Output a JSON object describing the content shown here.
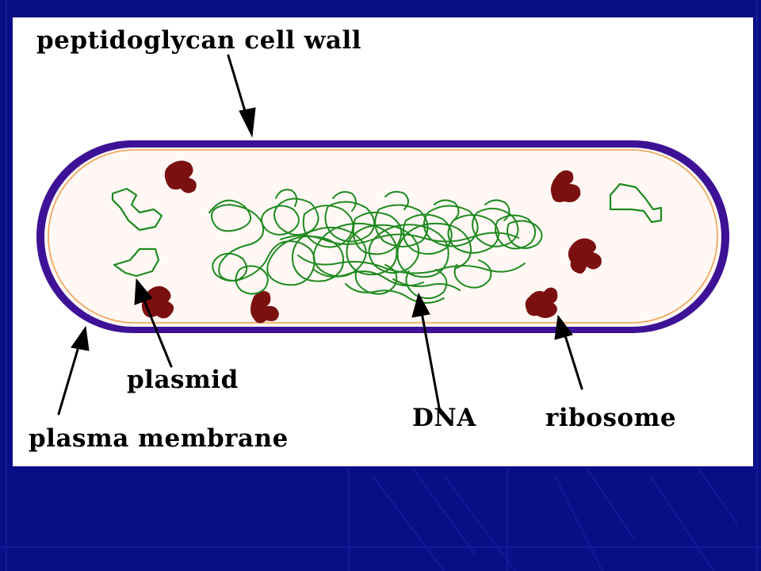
{
  "labels": {
    "cell_wall": "peptidoglycan cell wall",
    "plasmid": "plasmid",
    "dna": "DNA",
    "ribosome": "ribosome",
    "plasma_membrane": "plasma membrane"
  },
  "colors": {
    "slide_background": "#0a0e86",
    "panel": "#ffffff",
    "cell_wall": "#3d1296",
    "membrane": "#f0a050",
    "cytoplasm": "#fff8f4",
    "dna": "#1f8a1f",
    "ribosome": "#7b1010",
    "arrow": "#000000"
  }
}
